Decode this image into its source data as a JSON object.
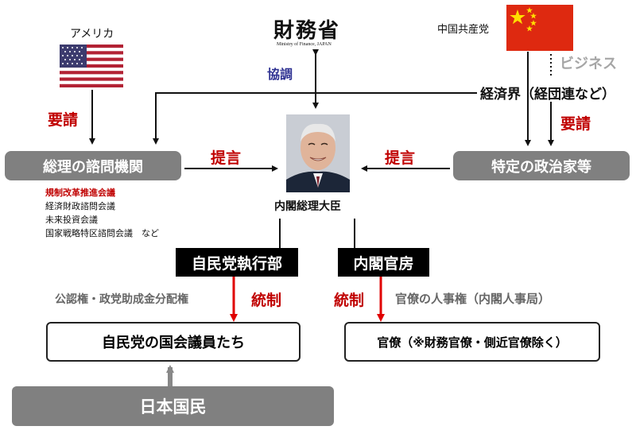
{
  "usa": {
    "label": "アメリカ"
  },
  "mof": {
    "title": "財務省",
    "subtitle": "Ministry of Finance, JAPAN"
  },
  "china": {
    "label": "中国共産党"
  },
  "business": {
    "label": "ビジネス"
  },
  "keizaikai": {
    "label": "経済界（経団連など）"
  },
  "kyocho": {
    "label": "協調"
  },
  "yosei_left": {
    "label": "要請"
  },
  "yosei_right": {
    "label": "要請"
  },
  "council": {
    "label": "総理の諮問機関",
    "items": [
      "規制改革推進会議",
      "経済財政諮問会議",
      "未来投資会議",
      "国家戦略特区諮問会議　など"
    ]
  },
  "teigen_left": {
    "label": "提言"
  },
  "teigen_right": {
    "label": "提言"
  },
  "politicians": {
    "label": "特定の政治家等"
  },
  "pm": {
    "label": "内閣総理大臣"
  },
  "ldp_exec": {
    "label": "自民党執行部"
  },
  "cabinet_sec": {
    "label": "内閣官房"
  },
  "left_power": {
    "label": "公認権・政党助成金分配権"
  },
  "tosei_left": {
    "label": "統制"
  },
  "tosei_right": {
    "label": "統制"
  },
  "right_power": {
    "label": "官僚の人事権（内閣人事局）"
  },
  "ldp_members": {
    "label": "自民党の国会議員たち"
  },
  "bureaucrats": {
    "label": "官僚（※財務官僚・側近官僚除く）"
  },
  "citizens": {
    "label": "日本国民"
  },
  "colors": {
    "accent_red": "#c00000",
    "accent_blue": "#2e3192",
    "box_gray": "#808080"
  }
}
